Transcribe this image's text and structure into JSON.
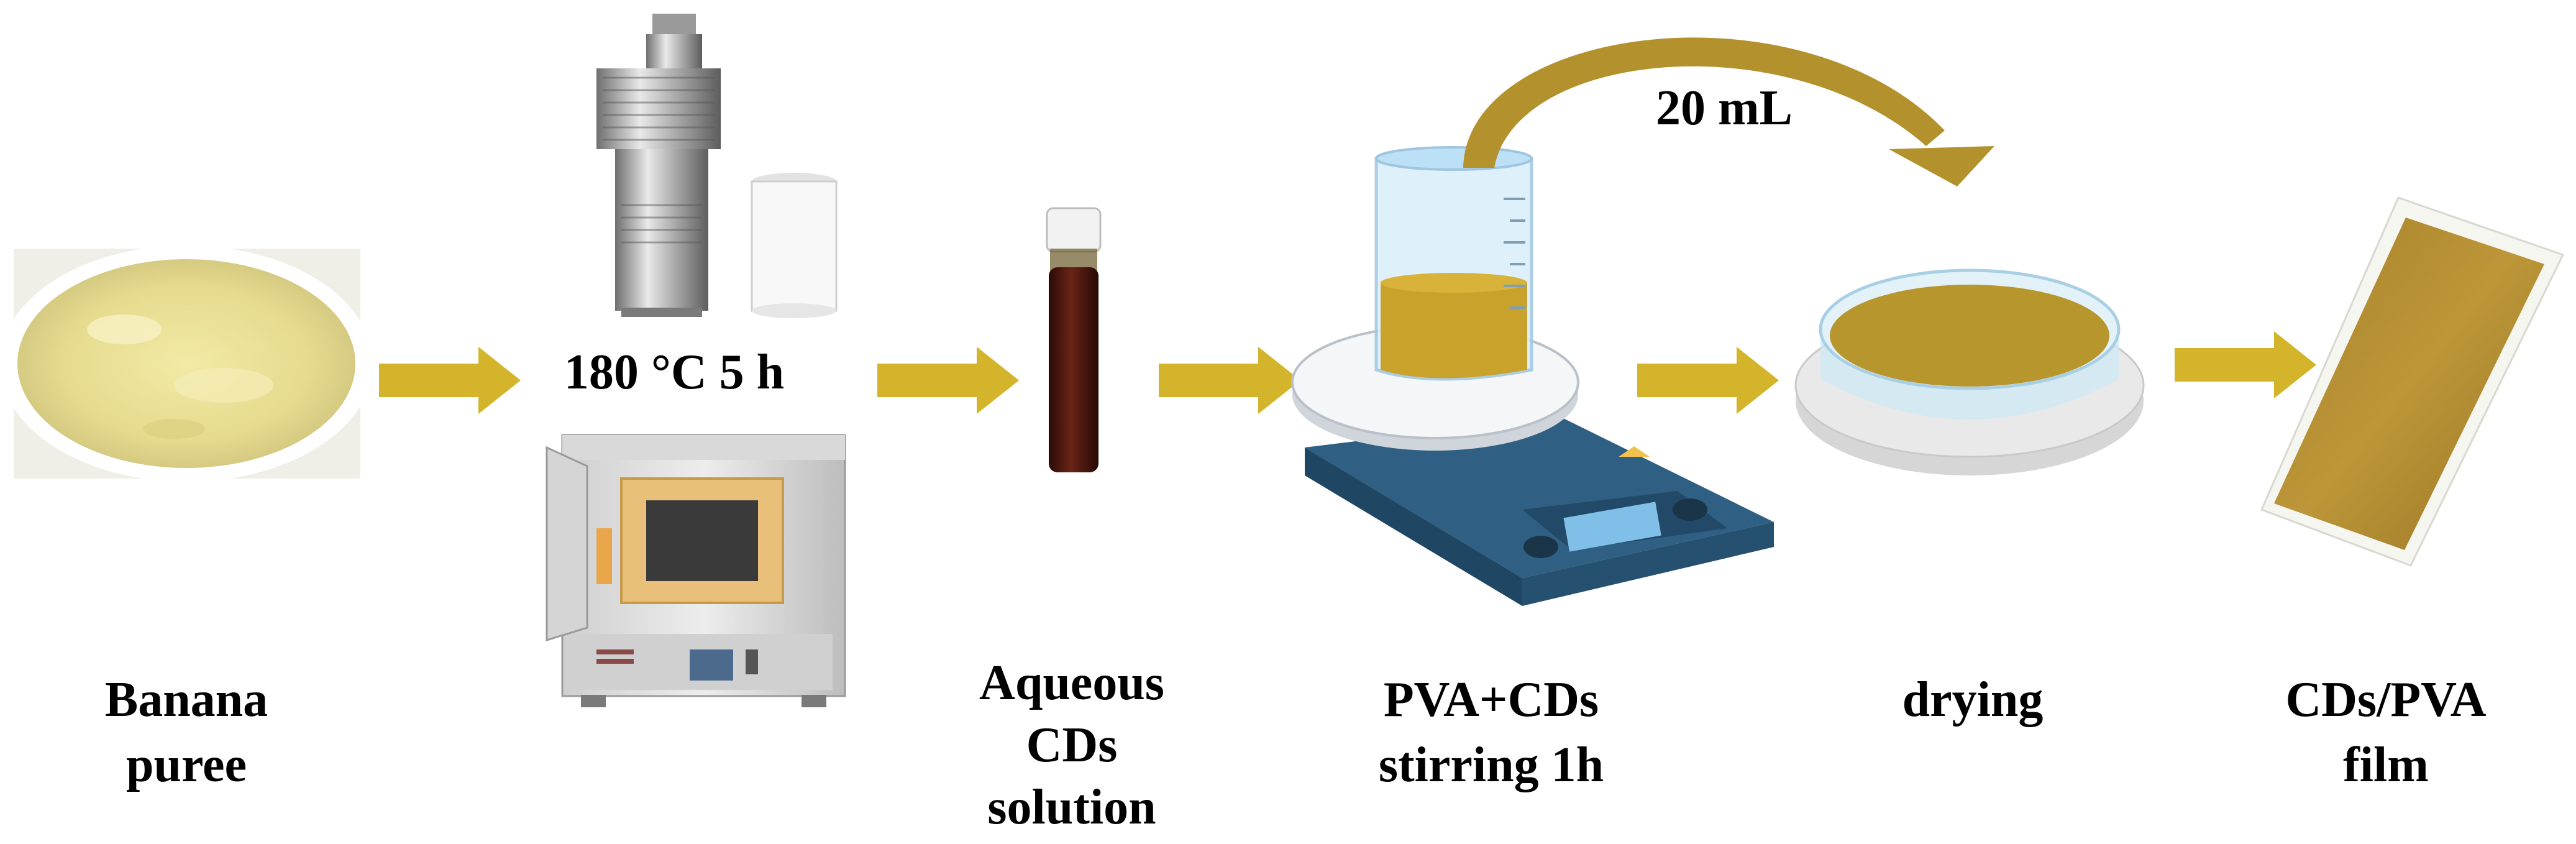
{
  "steps": {
    "banana": {
      "line1": "Banana",
      "line2": "puree"
    },
    "heating": {
      "condition": "180 °C 5 h"
    },
    "cds": {
      "line1": "Aqueous",
      "line2": "CDs",
      "line3": "solution"
    },
    "stirring": {
      "line1": "PVA+CDs",
      "line2": "stirring 1h"
    },
    "transfer": {
      "volume": "20 mL"
    },
    "drying": {
      "label": "drying"
    },
    "film": {
      "line1": "CDs/PVA",
      "line2": "film"
    }
  },
  "colors": {
    "arrow": "#D4B42A",
    "liquid": "#C9A22C",
    "cds_liquid": "#4A1710",
    "hotplate": "#2F5F83",
    "film": "#B08A2E",
    "furnace_door": "#E9C07A"
  }
}
